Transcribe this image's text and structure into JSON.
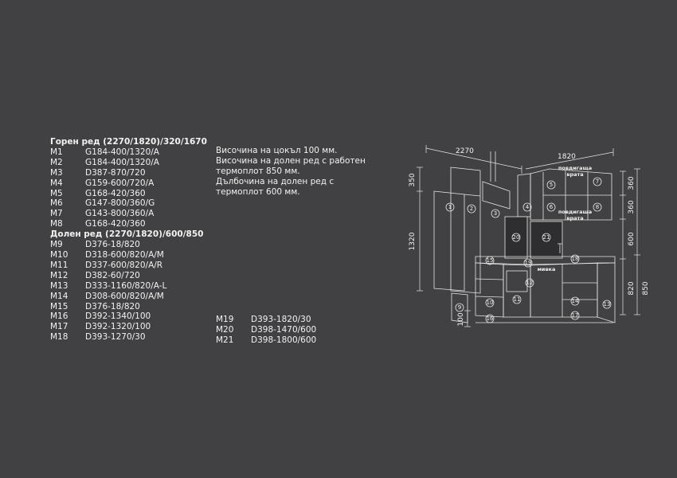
{
  "upper": {
    "title": "Горен ред (2270/1820)/320/1670",
    "items": [
      {
        "code": "M1",
        "desc": "G184-400/1320/A"
      },
      {
        "code": "M2",
        "desc": "G184-400/1320/A"
      },
      {
        "code": "M3",
        "desc": "D387-870/720"
      },
      {
        "code": "M4",
        "desc": "G159-600/720/A"
      },
      {
        "code": "M5",
        "desc": "G168-420/360"
      },
      {
        "code": "M6",
        "desc": "G147-800/360/G"
      },
      {
        "code": "M7",
        "desc": "G143-800/360/A"
      },
      {
        "code": "M8",
        "desc": "G168-420/360"
      }
    ]
  },
  "lower": {
    "title": "Долен ред (2270/1820)/600/850",
    "items": [
      {
        "code": "M9",
        "desc": "D376-18/820"
      },
      {
        "code": "M10",
        "desc": "D318-600/820/A/M"
      },
      {
        "code": "M11",
        "desc": "D337-600/820/A/R"
      },
      {
        "code": "M12",
        "desc": "D382-60/720"
      },
      {
        "code": "M13",
        "desc": "D333-1160/820/A-L"
      },
      {
        "code": "M14",
        "desc": "D308-600/820/A/M"
      },
      {
        "code": "M15",
        "desc": "D376-18/820"
      },
      {
        "code": "M16",
        "desc": "D392-1340/100"
      },
      {
        "code": "M17",
        "desc": "D392-1320/100"
      },
      {
        "code": "M18",
        "desc": "D393-1270/30"
      }
    ]
  },
  "extra_items": [
    {
      "code": "M19",
      "desc": "D393-1820/30"
    },
    {
      "code": "M20",
      "desc": "D398-1470/600"
    },
    {
      "code": "M21",
      "desc": "D398-1800/600"
    }
  ],
  "notes": [
    "Височина на цокъл 100 мм.",
    "Височина на долен ред с работен термоплот 850 мм.",
    "Дълбочина на долен ред с термоплот 600 мм."
  ],
  "drawing": {
    "dims": {
      "left_width": "2270",
      "right_width": "1820",
      "h_350": "350",
      "h_1320": "1320",
      "h_100": "100",
      "h_360a": "360",
      "h_360b": "360",
      "h_600": "600",
      "h_820": "820",
      "h_850": "850"
    },
    "labels": {
      "lift_door_1a": "повдигаща",
      "lift_door_1b": "врата",
      "lift_door_2a": "повдигаща",
      "lift_door_2b": "врата",
      "sink": "мивка"
    },
    "markers": [
      "1",
      "2",
      "3",
      "4",
      "5",
      "6",
      "7",
      "8",
      "9",
      "10",
      "11",
      "12",
      "13",
      "14",
      "15",
      "16",
      "17",
      "18",
      "19",
      "20",
      "21"
    ]
  }
}
